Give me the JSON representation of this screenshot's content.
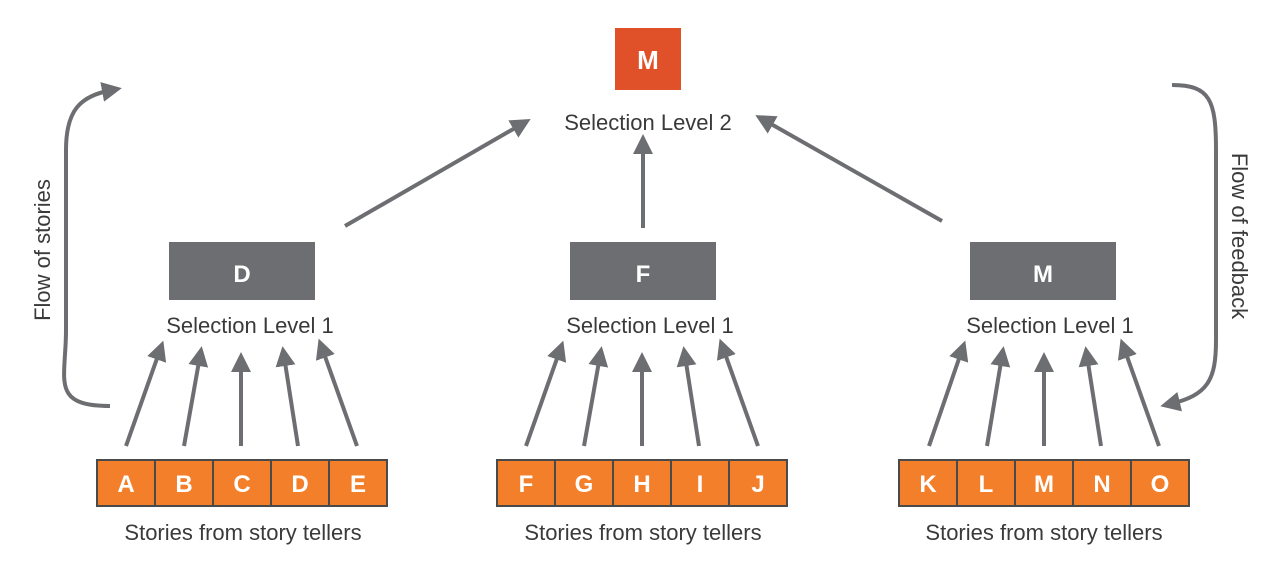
{
  "colors": {
    "top_box": "#e0512a",
    "level1_box": "#6d6e71",
    "story_box": "#f47f2b",
    "story_border": "#4a4a4a",
    "arrow": "#6d6e71",
    "text": "#3a3a3a"
  },
  "top": {
    "letter": "M",
    "label": "Selection Level 2"
  },
  "groups": [
    {
      "letter": "D",
      "label": "Selection Level 1",
      "stories": [
        "A",
        "B",
        "C",
        "D",
        "E"
      ],
      "caption": "Stories from story tellers"
    },
    {
      "letter": "F",
      "label": "Selection Level 1",
      "stories": [
        "F",
        "G",
        "H",
        "I",
        "J"
      ],
      "caption": "Stories from story tellers"
    },
    {
      "letter": "M",
      "label": "Selection Level 1",
      "stories": [
        "K",
        "L",
        "M",
        "N",
        "O"
      ],
      "caption": "Stories from story tellers"
    }
  ],
  "side_labels": {
    "left": "Flow of stories",
    "right": "Flow of feedback"
  }
}
